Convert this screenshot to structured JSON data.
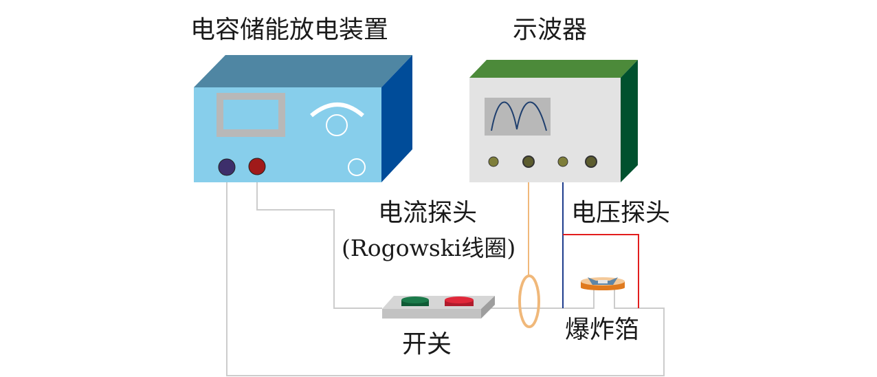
{
  "labels": {
    "capacitor_device": "电容储能放电装置",
    "oscilloscope": "示波器",
    "current_probe": "电流探头",
    "current_probe_note": "(Rogowski线圈)",
    "voltage_probe": "电压探头",
    "switch": "开关",
    "exploding_foil": "爆炸箔"
  },
  "colors": {
    "capacitor_front": "#87CEEB",
    "capacitor_top": "#4F86A3",
    "capacitor_side": "#004C99",
    "oscilloscope_front": "#E3E3E3",
    "oscilloscope_top": "#4C8A3A",
    "oscilloscope_side": "#00512E",
    "waveform": "#1F3F6E",
    "wire": "#CCCCCC",
    "rogowski_coil": "#F0B87A",
    "voltage_probe_blue": "#1E3C8C",
    "voltage_probe_red": "#E21D1D",
    "switch_green_button": "#1B7A4A",
    "switch_red_button": "#E0283A",
    "terminal_purple": "#3D2F6B",
    "terminal_red": "#A01A1A"
  }
}
